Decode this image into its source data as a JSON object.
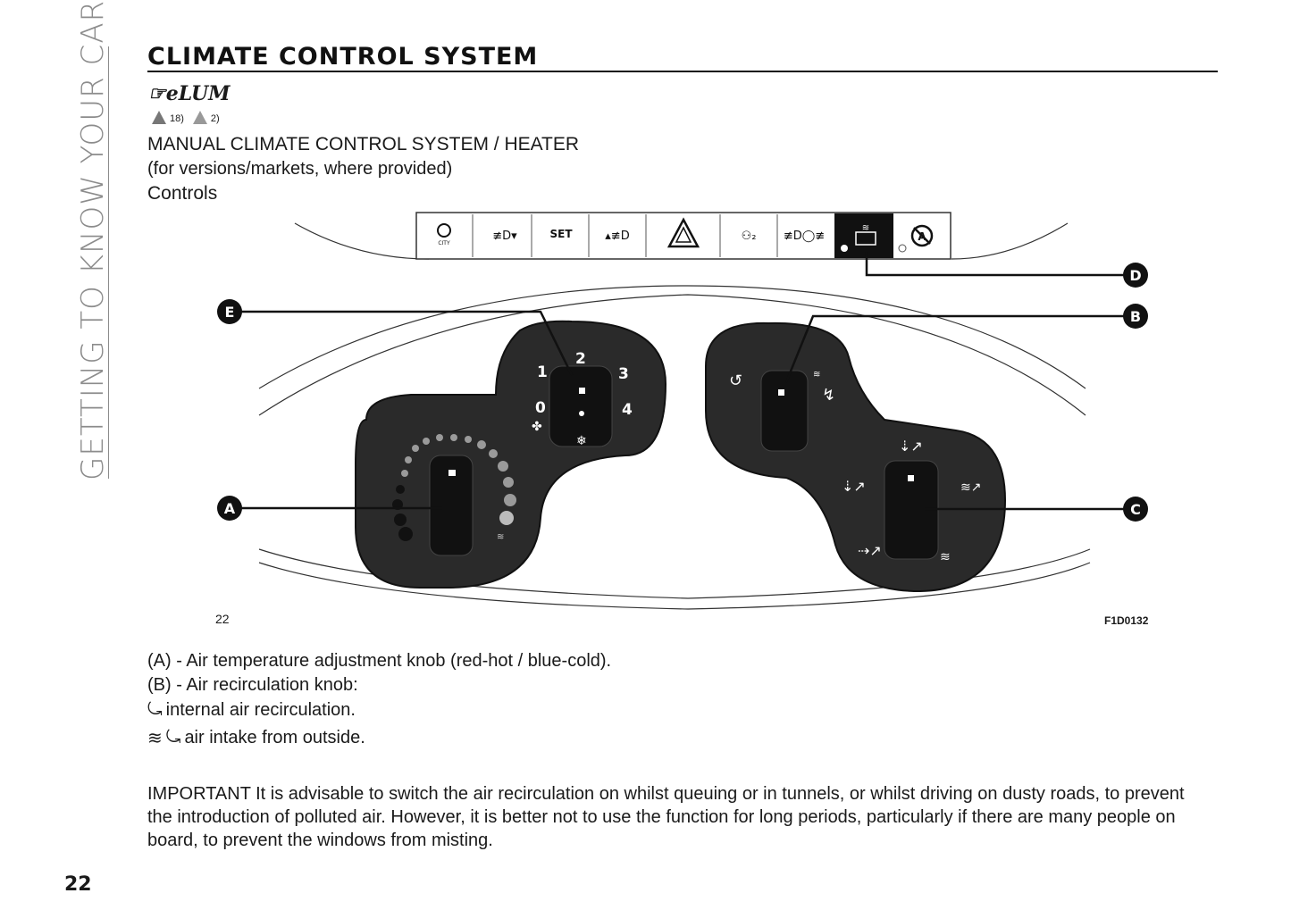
{
  "side_title": "GETTING TO KNOW YOUR CAR",
  "title": "CLIMATE CONTROL SYSTEM",
  "elum_label": "eLUM",
  "warnings": {
    "ref1": "18)",
    "ref2": "2)"
  },
  "heading": "MANUAL CLIMATE CONTROL SYSTEM / HEATER",
  "subheading": "(for versions/markets, where provided)",
  "controls_heading": "Controls",
  "figure": {
    "page_ref": "22",
    "code": "F1D0132",
    "callouts": [
      "A",
      "B",
      "C",
      "D",
      "E"
    ],
    "fan_speeds": [
      "0",
      "1",
      "2",
      "3",
      "4"
    ],
    "switch_labels": {
      "city": "CITY",
      "set": "SET"
    }
  },
  "descriptions": {
    "a": "(A) - Air temperature adjustment knob (red-hot / blue-cold).",
    "b": "(B) - Air recirculation knob:",
    "internal": "internal air recirculation.",
    "outside": "air intake from outside."
  },
  "important": "IMPORTANT It is advisable to switch the air recirculation on whilst queuing or in tunnels, or whilst driving on dusty roads, to prevent the introduction of polluted air. However, it is better not to use the function for long periods, particularly if there are many people on board, to prevent the windows from misting.",
  "page_number": "22"
}
